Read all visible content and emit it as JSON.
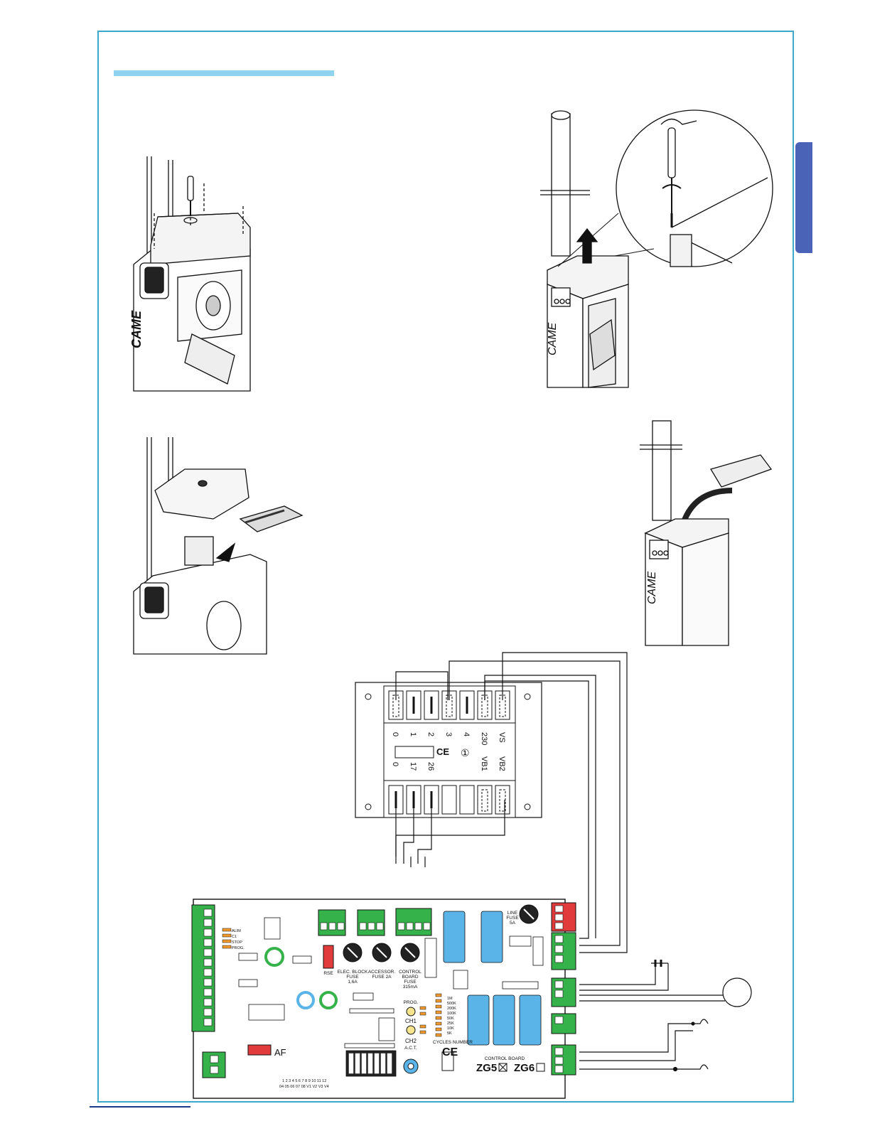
{
  "brand": "CAME",
  "colors": {
    "frame": "#3ea9c9",
    "title_bar": "#8fd3ee",
    "side_tab": "#4b63b6",
    "fuse_blue": "#5ab4e8",
    "terminal_green": "#36b24a",
    "terminal_red": "#e23b3b"
  },
  "transformer": {
    "top_terminals": [
      "0",
      "1",
      "2",
      "3",
      "4",
      "230",
      "VS"
    ],
    "bottom_terminals": [
      "0",
      "17",
      "26",
      "VB1",
      "VB2"
    ],
    "marks": [
      "CE",
      "①"
    ]
  },
  "board": {
    "fuse_elec_block": [
      "ELEC. BLOCK",
      "FUSE",
      "1,6A"
    ],
    "fuse_accessories": [
      "ACCESSOR.",
      "FUSE 2A"
    ],
    "fuse_control": [
      "CONTROL",
      "BOARD",
      "FUSE",
      "315mA"
    ],
    "fuse_line": [
      "LINE",
      "FUSE",
      "5A"
    ],
    "rse": "RSE",
    "af": "AF",
    "prog": "PROG.",
    "ch1": "CH1",
    "ch2": "CH2",
    "act": "A.C.T.",
    "cycles_label": "CYCLES NUMBER",
    "cycles": [
      "1M",
      "500K",
      "200K",
      "100K",
      "50K",
      "25K",
      "10K",
      "5K"
    ],
    "control_board": "CONTROL BOARD",
    "model_zg5": "ZG5",
    "model_zg6": "ZG6",
    "dip_numbers": "1 2 3 4 5 6 7 8 9 10 11 12",
    "dip_codes": "04 05 06 07 08   V1 V2 V3 V4",
    "led_labels": [
      "ALIM",
      "C1",
      "STOP",
      "PROG."
    ],
    "ce_mark": "CE"
  }
}
